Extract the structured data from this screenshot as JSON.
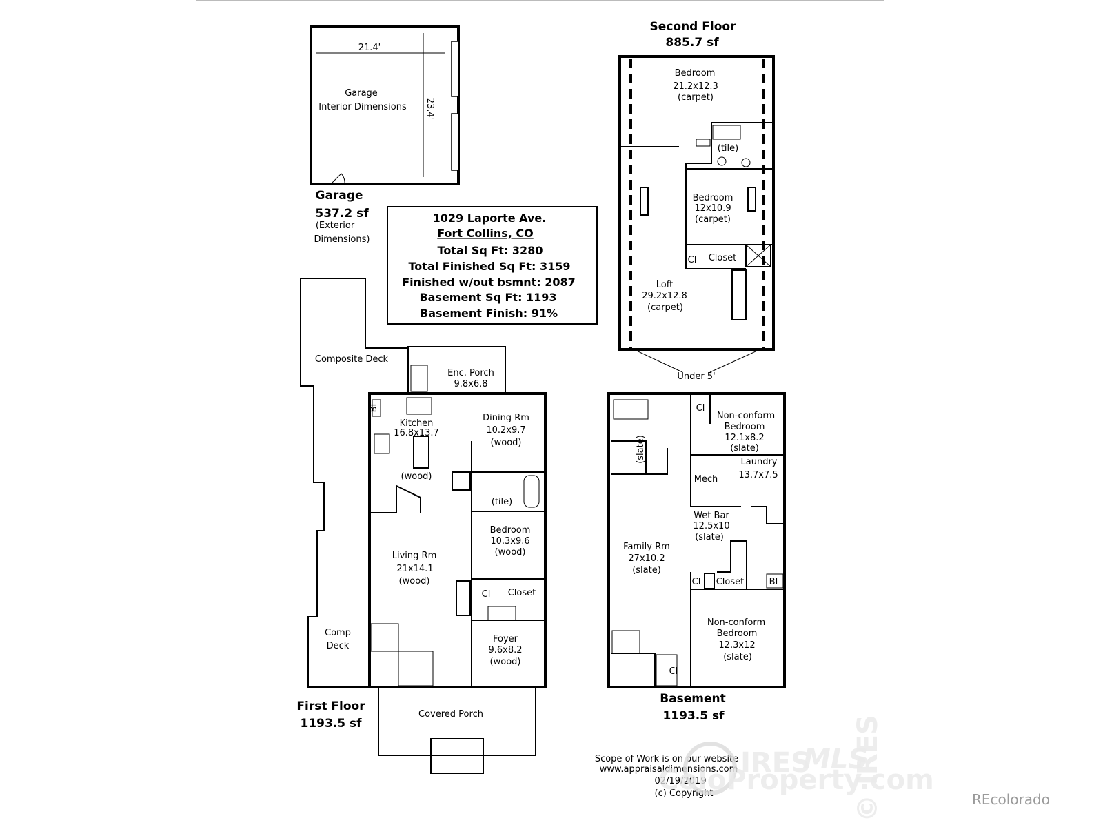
{
  "garage": {
    "width_dim": "21.4'",
    "depth_dim": "23.4'",
    "label_line1": "Garage",
    "label_line2": "Interior Dimensions",
    "title": "Garage",
    "area": "537.2 sf",
    "note_line1": "(Exterior",
    "note_line2": "Dimensions)"
  },
  "info_box": {
    "address": "1029 Laporte Ave.",
    "city": "Fort Collins, CO",
    "total_sqft": "Total Sq Ft:  3280",
    "total_finished": "Total Finished Sq Ft:  3159",
    "finished_wo_bsmt": "Finished w/out bsmnt:  2087",
    "basement_sqft": "Basement Sq Ft:  1193",
    "basement_finish": "Basement Finish:  91%"
  },
  "second_floor": {
    "title": "Second Floor",
    "area": "885.7 sf",
    "rooms": [
      {
        "name": "Bedroom",
        "dims": "21.2x12.3",
        "floor": "(carpet)"
      },
      {
        "name": "",
        "dims": "",
        "floor": "(tile)"
      },
      {
        "name": "Bedroom",
        "dims": "12x10.9",
        "floor": "(carpet)"
      },
      {
        "name": "Loft",
        "dims": "29.2x12.8",
        "floor": "(carpet)"
      }
    ],
    "cl": "Cl",
    "closet": "Closet",
    "under": "Under 5'"
  },
  "first_floor": {
    "title": "First Floor",
    "area": "1193.5 sf",
    "composite_deck": "Composite Deck",
    "comp_deck_1": "Comp",
    "comp_deck_2": "Deck",
    "covered_porch": "Covered Porch",
    "bi": "BI",
    "rooms": [
      {
        "name": "Enc. Porch",
        "dims": "9.8x6.8",
        "floor": ""
      },
      {
        "name": "Kitchen",
        "dims": "16.8x13.7",
        "floor": "(wood)"
      },
      {
        "name": "Dining Rm",
        "dims": "10.2x9.7",
        "floor": "(wood)"
      },
      {
        "name": "",
        "dims": "",
        "floor": "(tile)"
      },
      {
        "name": "Bedroom",
        "dims": "10.3x9.6",
        "floor": "(wood)"
      },
      {
        "name": "Living Rm",
        "dims": "21x14.1",
        "floor": "(wood)"
      },
      {
        "name": "Foyer",
        "dims": "9.6x8.2",
        "floor": "(wood)"
      }
    ],
    "cl": "Cl",
    "closet": "Closet"
  },
  "basement": {
    "title": "Basement",
    "area": "1193.5 sf",
    "slate_bath": "(slate)",
    "rooms": [
      {
        "name": "Non-conform",
        "name2": "Bedroom",
        "dims": "12.1x8.2",
        "floor": "(slate)"
      },
      {
        "name": "Laundry",
        "dims": "13.7x7.5"
      },
      {
        "name": "Mech"
      },
      {
        "name": "Wet Bar",
        "dims": "12.5x10",
        "floor": "(slate)"
      },
      {
        "name": "Family Rm",
        "dims": "27x10.2",
        "floor": "(slate)"
      },
      {
        "name": "Non-conform",
        "name2": "Bedroom",
        "dims": "12.3x12",
        "floor": "(slate)"
      }
    ],
    "cl": "Cl",
    "closet": "Closet",
    "bi": "BI"
  },
  "footer": {
    "line1": "Scope of Work is on our website",
    "line2": "www.appraisaldimensions.com",
    "line3": "02/19/2019",
    "line4": "(c) Copyright"
  },
  "watermark": {
    "brand": "IRES",
    "mls": "MLS",
    "site": "ColoProperty.com",
    "side": "© IRES"
  },
  "recolorado": "REcolorado"
}
